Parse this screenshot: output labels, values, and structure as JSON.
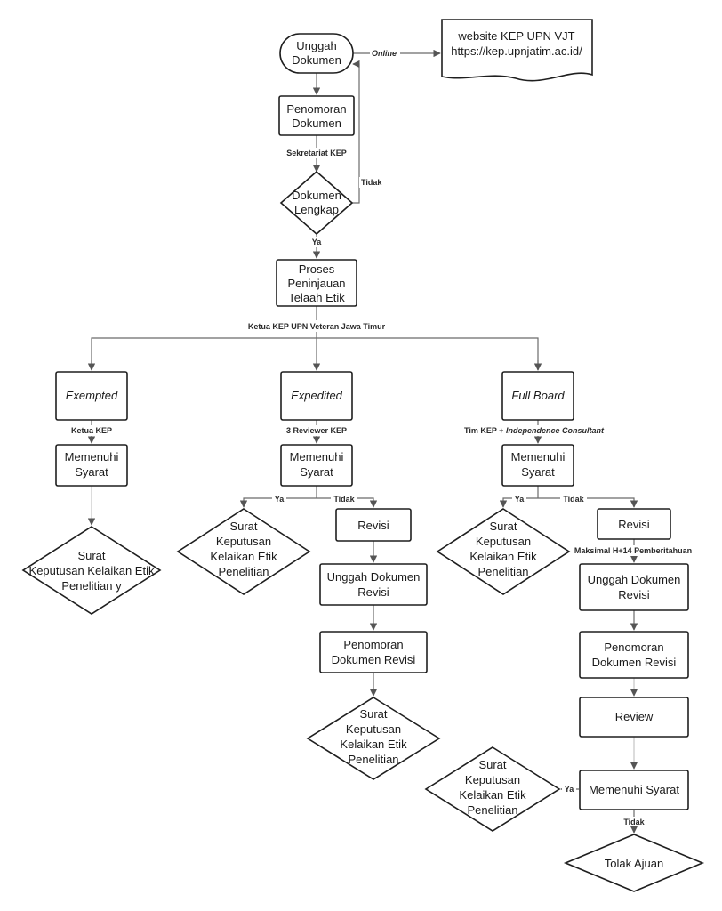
{
  "nodes": {
    "unggah_dokumen": [
      "Unggah",
      "Dokumen"
    ],
    "website": [
      "website KEP UPN VJT",
      "https://kep.upnjatim.ac.id/"
    ],
    "penomoran_dokumen": [
      "Penomoran",
      "Dokumen"
    ],
    "dokumen_lengkap": [
      "Dokumen",
      "Lengkap"
    ],
    "proses_peninjauan": [
      "Proses",
      "Peninjauan",
      "Telaah Etik"
    ],
    "exempted": [
      "Exempted"
    ],
    "expedited": [
      "Expedited"
    ],
    "full_board": [
      "Full Board"
    ],
    "exempted_memenuhi": [
      "Memenuhi",
      "Syarat"
    ],
    "expedited_memenuhi": [
      "Memenuhi",
      "Syarat"
    ],
    "fullboard_memenuhi": [
      "Memenuhi",
      "Syarat"
    ],
    "exempted_surat": [
      "Surat",
      "Keputusan Kelaikan Etik",
      "Penelitian y"
    ],
    "expedited_surat_ya": [
      "Surat",
      "Keputusan",
      "Kelaikan Etik",
      "Penelitian"
    ],
    "expedited_revisi": [
      "Revisi"
    ],
    "expedited_unggah_revisi": [
      "Unggah Dokumen",
      "Revisi"
    ],
    "expedited_penomoran_revisi": [
      "Penomoran",
      "Dokumen Revisi"
    ],
    "expedited_surat_final": [
      "Surat",
      "Keputusan",
      "Kelaikan Etik",
      "Penelitian"
    ],
    "fullboard_surat_ya": [
      "Surat",
      "Keputusan",
      "Kelaikan Etik",
      "Penelitian"
    ],
    "fullboard_revisi": [
      "Revisi"
    ],
    "fullboard_unggah_revisi": [
      "Unggah Dokumen",
      "Revisi"
    ],
    "fullboard_penomoran_revisi": [
      "Penomoran",
      "Dokumen Revisi"
    ],
    "fullboard_review": [
      "Review"
    ],
    "fullboard_memenuhi_final": [
      "Memenuhi Syarat"
    ],
    "fullboard_surat_final": [
      "Surat",
      "Keputusan",
      "Kelaikan Etik",
      "Penelitian"
    ],
    "tolak_ajuan": [
      "Tolak Ajuan"
    ]
  },
  "edge_labels": {
    "online": "Online",
    "sekretariat": "Sekretariat KEP",
    "tidak_lengkap": "Tidak",
    "ya_lengkap": "Ya",
    "ketua_upn": "Ketua KEP UPN Veteran Jawa Timur",
    "ketua_kep": "Ketua KEP",
    "reviewer": "3 Reviewer KEP",
    "tim_kep": "Tim KEP + ",
    "independence": "Independence Consultant",
    "expedited_ya": "Ya",
    "expedited_tidak": "Tidak",
    "fullboard_ya": "Ya",
    "fullboard_tidak": "Tidak",
    "maksimal": "Maksimal H+14 Pemberitahuan",
    "final_ya": "Ya",
    "final_tidak": "Tidak"
  }
}
